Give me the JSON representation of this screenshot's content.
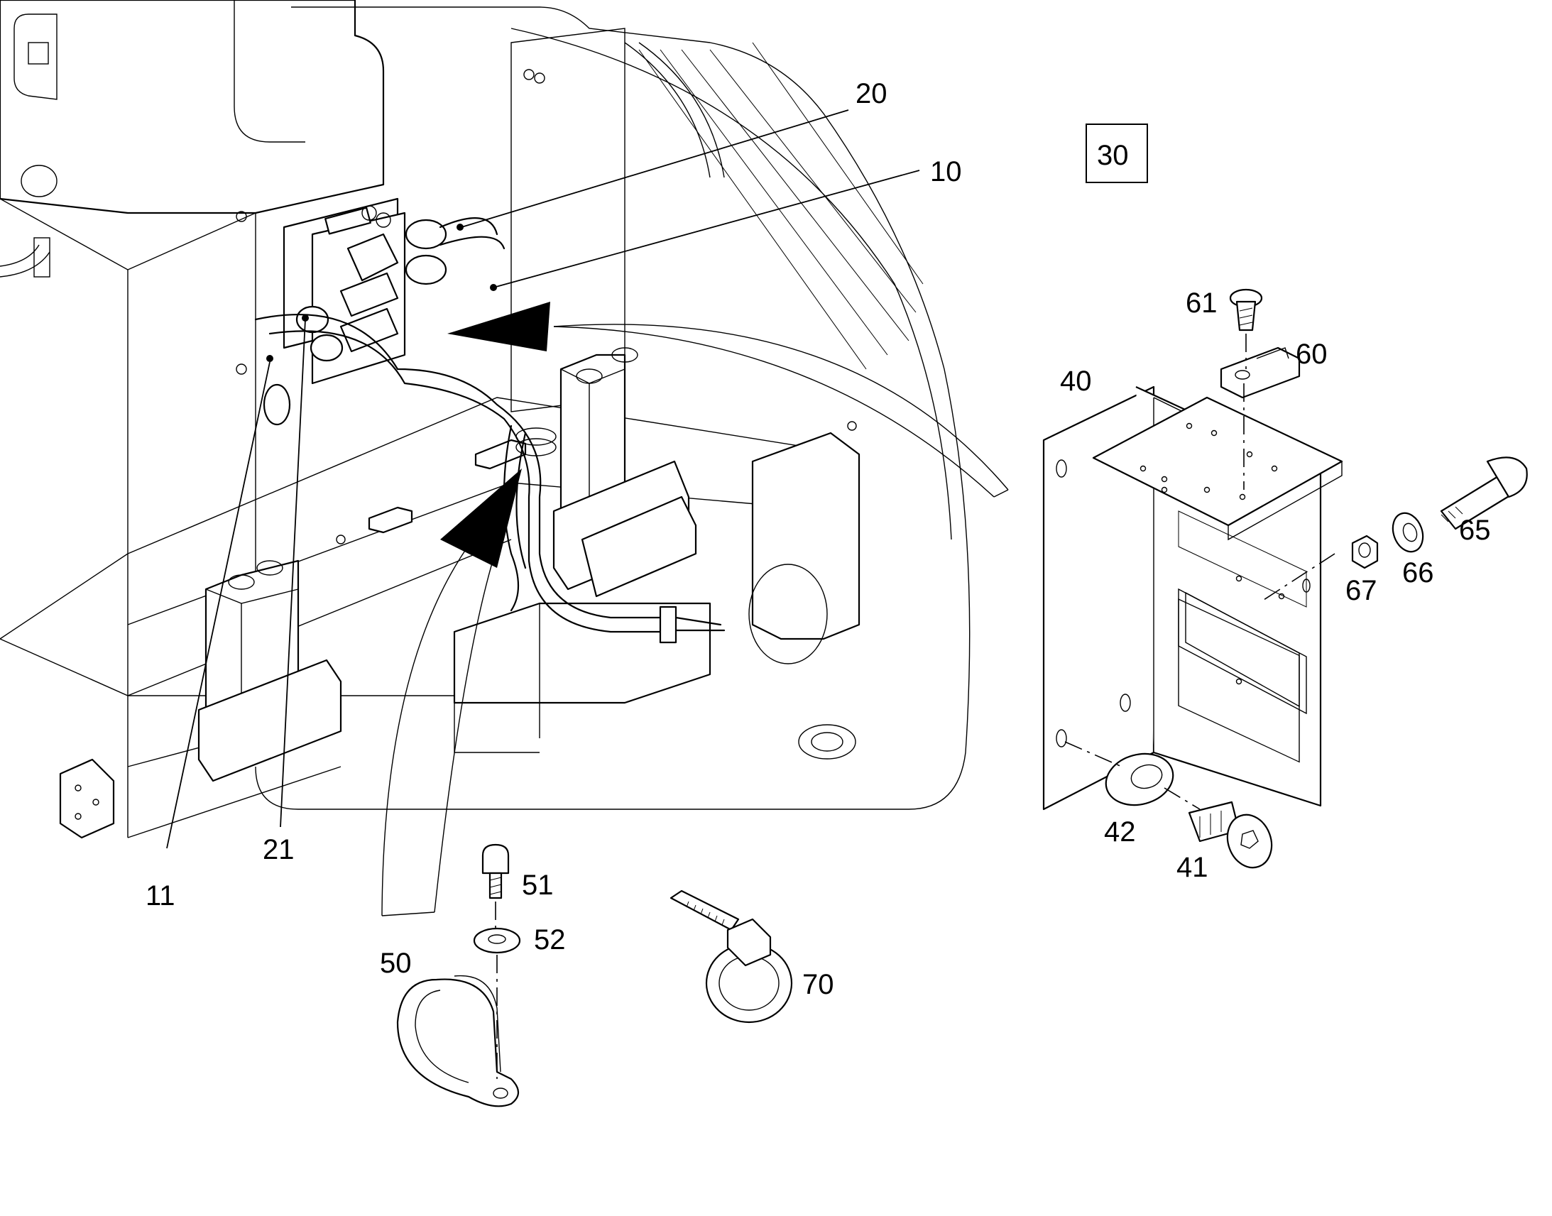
{
  "callouts": {
    "c10": "10",
    "c11": "11",
    "c20": "20",
    "c21": "21",
    "c30": "30",
    "c40": "40",
    "c41": "41",
    "c42": "42",
    "c50": "50",
    "c51": "51",
    "c52": "52",
    "c60": "60",
    "c61": "61",
    "c65": "65",
    "c66": "66",
    "c67": "67",
    "c70": "70"
  }
}
